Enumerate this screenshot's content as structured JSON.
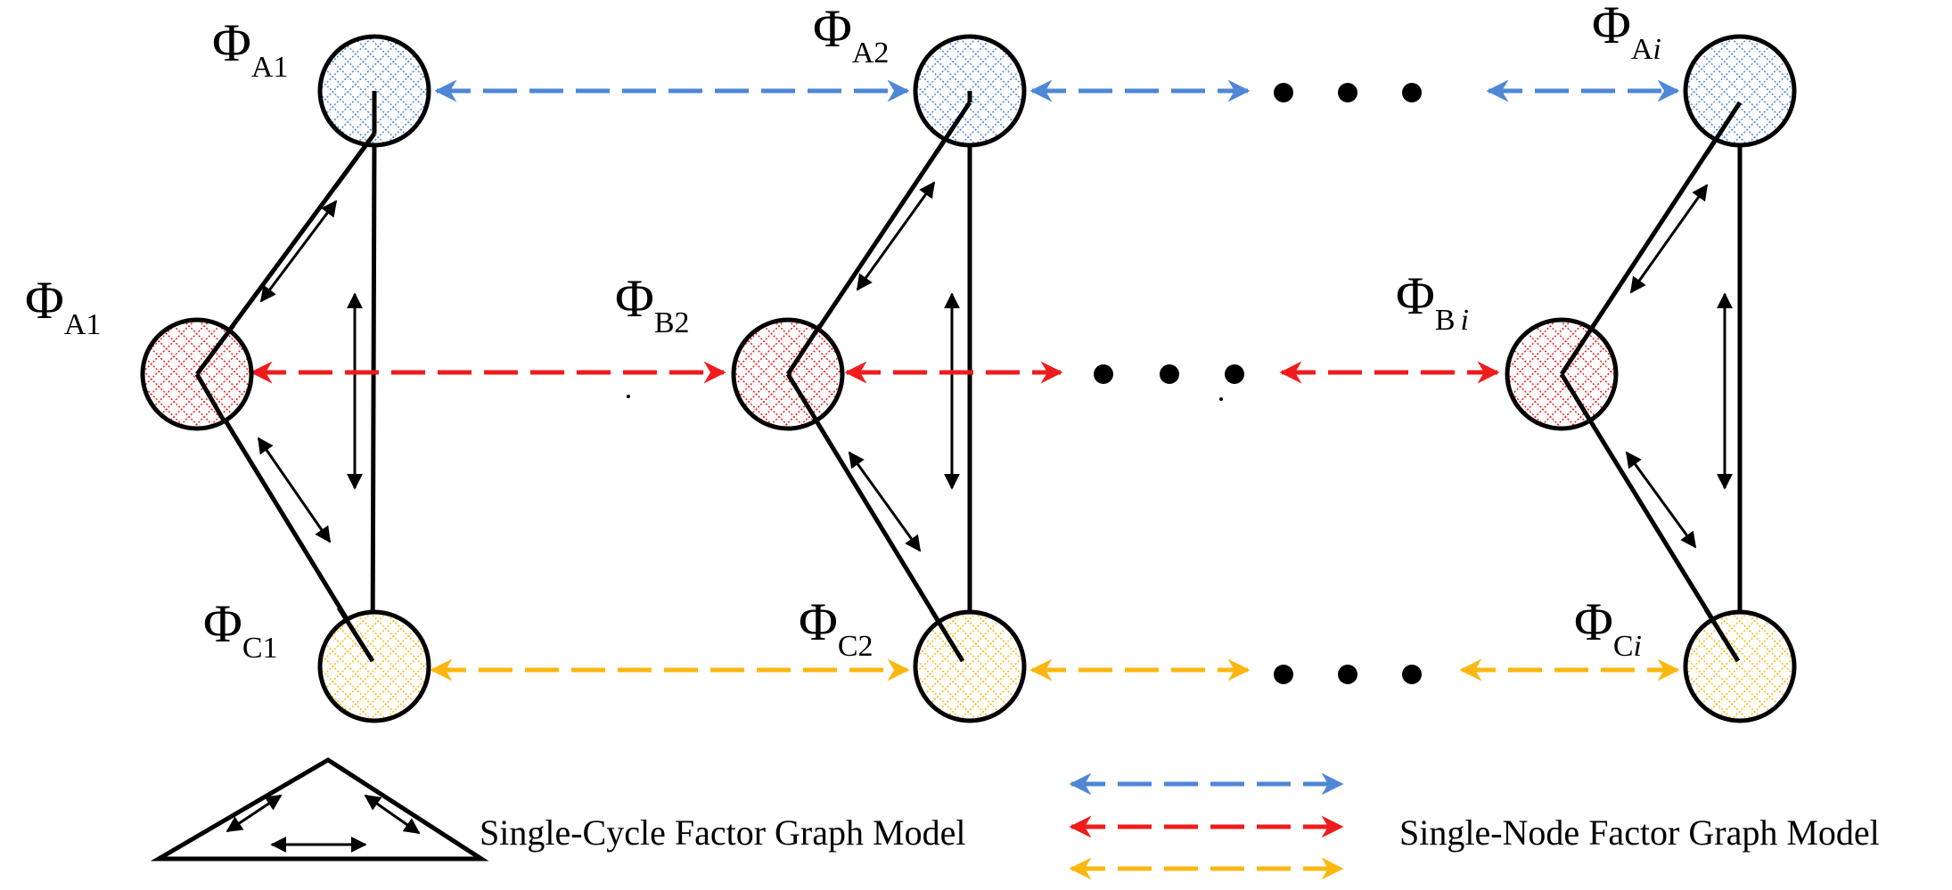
{
  "nodes": {
    "a1": {
      "phi": "Φ",
      "sub": "A1"
    },
    "b1": {
      "phi": "Φ",
      "sub": "A1"
    },
    "c1": {
      "phi": "Φ",
      "sub": "C1"
    },
    "a2": {
      "phi": "Φ",
      "sub": "A2"
    },
    "b2": {
      "phi": "Φ",
      "sub": "B2"
    },
    "c2": {
      "phi": "Φ",
      "sub": "C2"
    },
    "ai": {
      "phi": "Φ",
      "sub": "A",
      "subi": "i"
    },
    "bi": {
      "phi": "Φ",
      "sub": "B",
      "subi": "i"
    },
    "ci": {
      "phi": "Φ",
      "sub": "C",
      "subi": "i"
    }
  },
  "legend": {
    "cycle_label": "Single-Cycle Factor Graph Model",
    "node_label": "Single-Node Factor Graph Model"
  },
  "colors": {
    "blue": "#4f86d6",
    "red": "#ee1c1c",
    "yellow": "#fbb710",
    "black": "#000000"
  }
}
